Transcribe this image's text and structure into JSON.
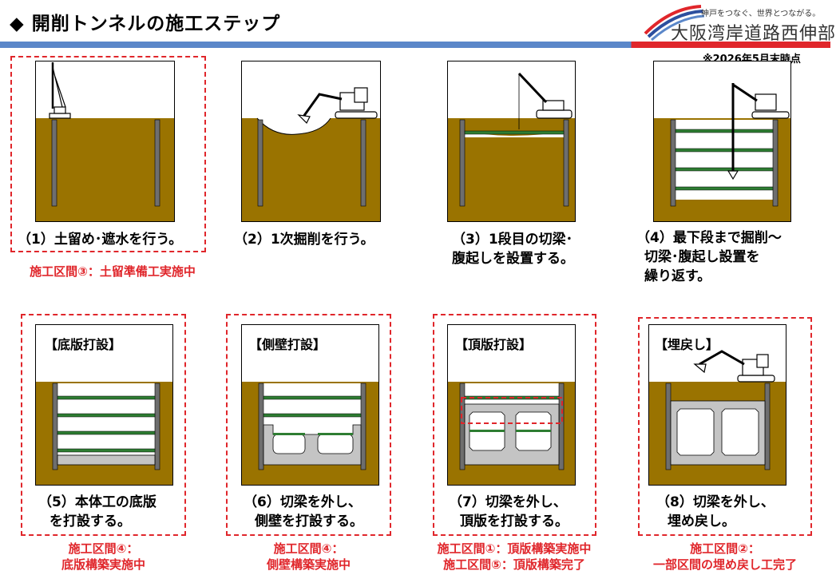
{
  "header": {
    "title": "◆ 開削トンネルの施工ステップ",
    "logo_tagline": "神戸をつなぐ、世界とつながる。",
    "logo_name": "大阪湾岸道路西伸部",
    "as_of": "※2026年5月末時点"
  },
  "steps": [
    {
      "caption_lines": [
        "（1）土留め･遮水を行う。"
      ],
      "status_lines": [
        "施工区間③：土留準備工実施中"
      ],
      "panel_label": ""
    },
    {
      "caption_lines": [
        "（2）1次掘削を行う。"
      ],
      "status_lines": [],
      "panel_label": ""
    },
    {
      "caption_lines": [
        "（3）1段目の切梁･",
        "腹起しを設置する。"
      ],
      "status_lines": [],
      "panel_label": ""
    },
    {
      "caption_lines": [
        "（4）最下段まで掘削～",
        "切梁･腹起し設置を",
        "繰り返す。"
      ],
      "status_lines": [],
      "panel_label": ""
    },
    {
      "caption_lines": [
        "（5）本体工の底版",
        "を打設する。"
      ],
      "status_lines": [
        "施工区間④：",
        "底版構築実施中"
      ],
      "panel_label": "【底版打設】"
    },
    {
      "caption_lines": [
        "（6）切梁を外し、",
        "側壁を打設する。"
      ],
      "status_lines": [
        "施工区間④：",
        "側壁構築実施中"
      ],
      "panel_label": "【側壁打設】"
    },
    {
      "caption_lines": [
        "（7）切梁を外し、",
        "頂版を打設する。"
      ],
      "status_lines": [
        "施工区間①：頂版構築実施中",
        "施工区間⑤：頂版構築完了"
      ],
      "panel_label": "【頂版打設】"
    },
    {
      "caption_lines": [
        "（8）切梁を外し、",
        "埋め戻し。"
      ],
      "status_lines": [
        "施工区間②：",
        "一部区間の埋め戻し工完了"
      ],
      "panel_label": "【埋戻し】"
    }
  ],
  "colors": {
    "soil": "#9a7300",
    "pile": "#6e6e6e",
    "strut": "#2e7d32",
    "concrete": "#c4c4c4",
    "highlight": "#e0262b",
    "header_blue": "#5b87c9"
  }
}
